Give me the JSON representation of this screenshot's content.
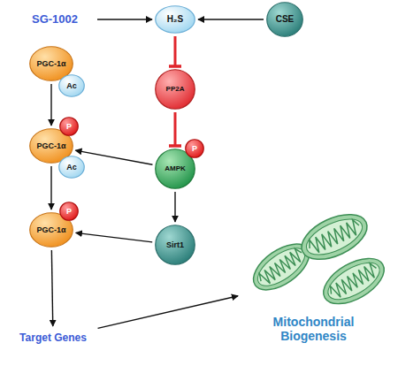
{
  "diagram": {
    "nodes": [
      {
        "text": [
          "SG-1002"
        ]
      },
      {
        "text": [
          "H₂S"
        ]
      },
      {
        "text": [
          "CSE"
        ]
      },
      {
        "text": [
          "PGC-1α"
        ]
      },
      {
        "text": [
          "Ac"
        ]
      },
      {
        "text": [
          "PP2A"
        ]
      },
      {
        "text": [
          "P"
        ]
      },
      {
        "text": [
          "PGC-1α"
        ]
      },
      {
        "text": [
          "Ac"
        ]
      },
      {
        "text": [
          "AMPK"
        ]
      },
      {
        "text": [
          "P"
        ]
      },
      {
        "text": [
          "P"
        ]
      },
      {
        "text": [
          "PGC-1α"
        ]
      },
      {
        "text": [
          "Sirt1"
        ]
      },
      {
        "text": [
          "Target Genes"
        ]
      },
      {
        "text": [
          "Mitochondrial Biogenesis"
        ]
      }
    ],
    "edges": [
      {
        "from": 0,
        "to": 1,
        "arrow": "to"
      },
      {
        "from": 2,
        "to": 1,
        "arrow": "to"
      },
      {
        "from": 1,
        "to": 5,
        "arrow": "to"
      },
      {
        "from": 5,
        "to": 9,
        "arrow": "to"
      },
      {
        "from": 3,
        "to": 7,
        "arrow": "to"
      },
      {
        "from": 9,
        "to": 7,
        "arrow": "to"
      },
      {
        "from": 7,
        "to": 12,
        "arrow": "to"
      },
      {
        "from": 9,
        "to": 13,
        "arrow": "to"
      },
      {
        "from": 13,
        "to": 12,
        "arrow": "to"
      },
      {
        "from": 12,
        "to": 14,
        "arrow": "to"
      },
      {
        "from": 14,
        "to": 15,
        "arrow": "to"
      }
    ]
  }
}
